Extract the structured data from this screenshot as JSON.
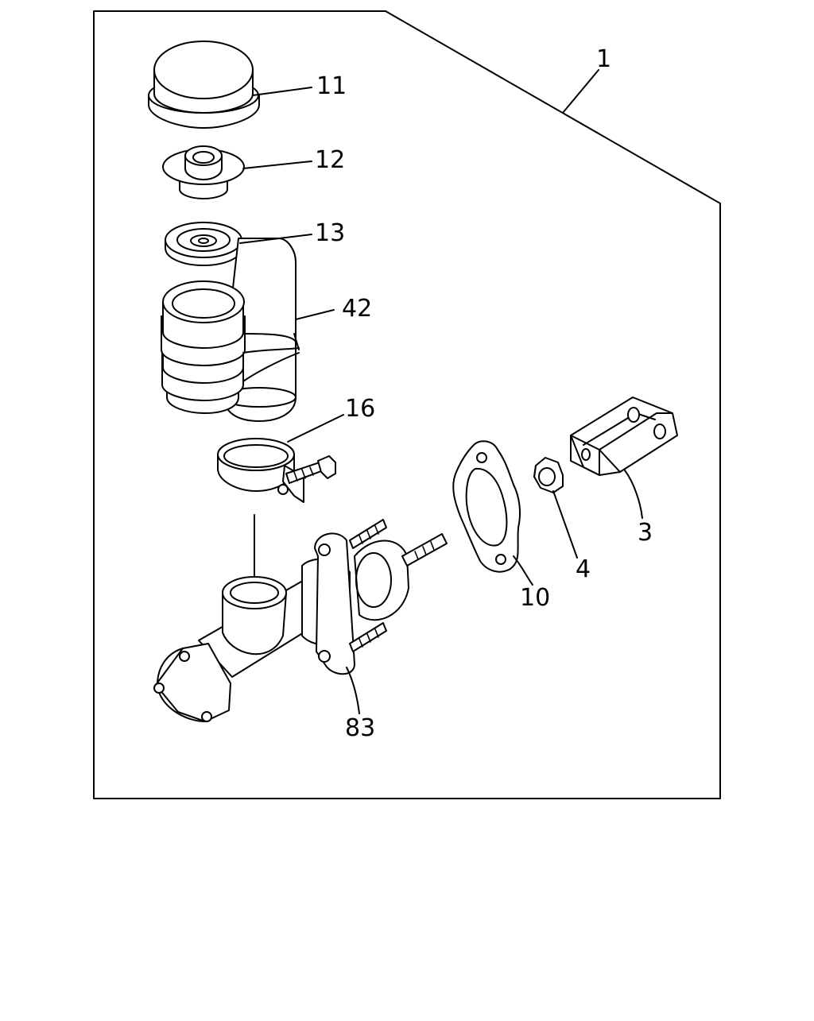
{
  "diagram": {
    "frame_border_color": "#000000",
    "background_color": "#ffffff",
    "callouts": [
      {
        "id": "assembly",
        "label": "1"
      },
      {
        "id": "reservoir-cap",
        "label": "11"
      },
      {
        "id": "cap-diaphragm",
        "label": "12"
      },
      {
        "id": "reservoir-seal",
        "label": "13"
      },
      {
        "id": "reservoir-tank",
        "label": "42"
      },
      {
        "id": "tank-clamp",
        "label": "16"
      },
      {
        "id": "gasket",
        "label": "10"
      },
      {
        "id": "nut",
        "label": "4"
      },
      {
        "id": "clevis",
        "label": "3"
      },
      {
        "id": "master-cylinder",
        "label": "83"
      }
    ]
  }
}
